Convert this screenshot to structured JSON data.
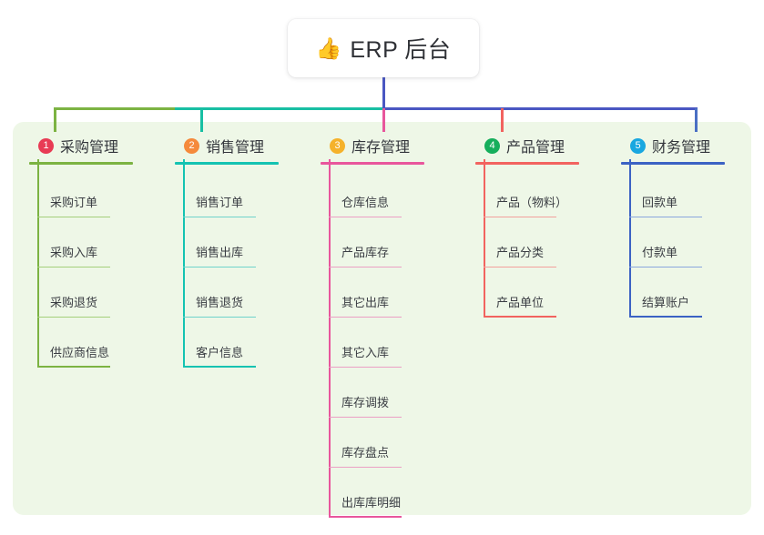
{
  "root": {
    "icon": "thumbs-up-icon",
    "icon_glyph": "👍",
    "label": "ERP 后台"
  },
  "panel": {
    "background": "#eef7e7"
  },
  "connector_colors": {
    "trunk": "#4a57c2",
    "bar_left": "#7cb342",
    "bar_mid": "#18bfa3",
    "bar_right": "#4a57c2",
    "drop_1": "#7cb342",
    "drop_2": "#18bfa3",
    "drop_3": "#e8569c",
    "drop_4": "#f2635f",
    "drop_5": "#4a6fc4"
  },
  "branches": [
    {
      "number": "1",
      "title": "采购管理",
      "badge_color": "#e83b54",
      "rule_color": "#7cb342",
      "line_color": "#a4cf7a",
      "items": [
        {
          "label": "采购订单"
        },
        {
          "label": "采购入库"
        },
        {
          "label": "采购退货"
        },
        {
          "label": "供应商信息"
        }
      ]
    },
    {
      "number": "2",
      "title": "销售管理",
      "badge_color": "#f58a3c",
      "rule_color": "#14c3b2",
      "line_color": "#6fd3cb",
      "items": [
        {
          "label": "销售订单"
        },
        {
          "label": "销售出库"
        },
        {
          "label": "销售退货"
        },
        {
          "label": "客户信息"
        }
      ]
    },
    {
      "number": "3",
      "title": "库存管理",
      "badge_color": "#f5b22b",
      "rule_color": "#e8569c",
      "line_color": "#eb9fc4",
      "items": [
        {
          "label": "仓库信息"
        },
        {
          "label": "产品库存"
        },
        {
          "label": "其它出库"
        },
        {
          "label": "其它入库"
        },
        {
          "label": "库存调拨"
        },
        {
          "label": "库存盘点"
        },
        {
          "label": "出库库明细"
        }
      ]
    },
    {
      "number": "4",
      "title": "产品管理",
      "badge_color": "#16ae5c",
      "rule_color": "#f2635f",
      "line_color": "#f3a09c",
      "items": [
        {
          "label": "产品（物料）"
        },
        {
          "label": "产品分类"
        },
        {
          "label": "产品单位"
        }
      ]
    },
    {
      "number": "5",
      "title": "财务管理",
      "badge_color": "#19a7e0",
      "rule_color": "#3b62c4",
      "line_color": "#8aa6dd",
      "items": [
        {
          "label": "回款单"
        },
        {
          "label": "付款单"
        },
        {
          "label": "结算账户"
        }
      ]
    }
  ]
}
